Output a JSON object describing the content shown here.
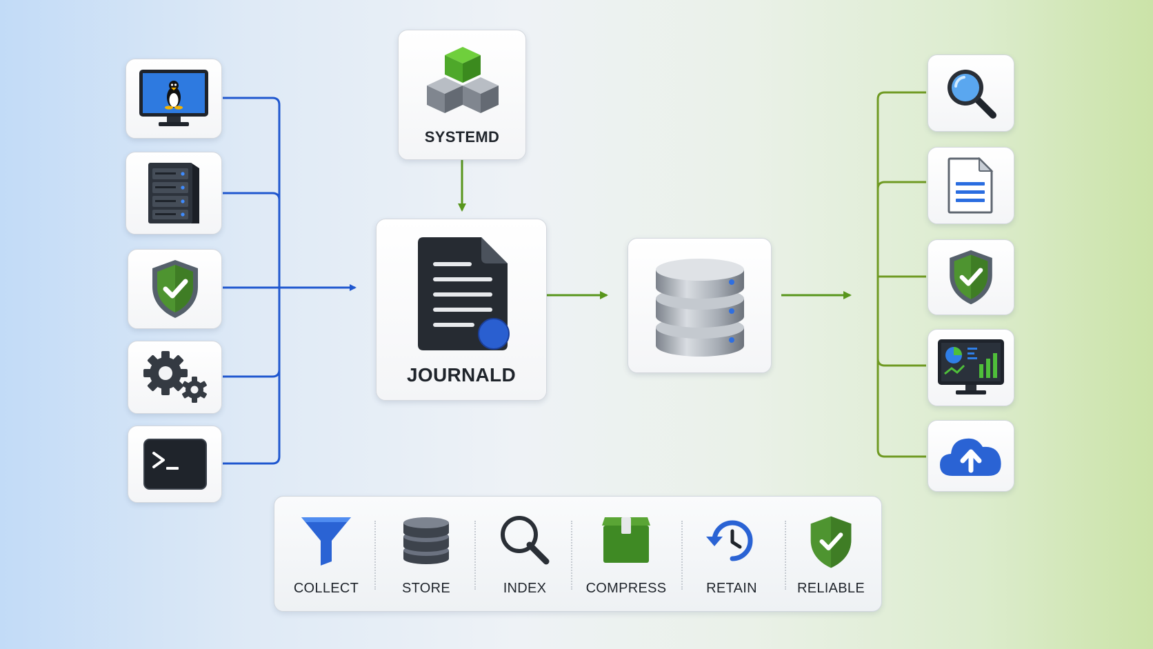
{
  "nodes": {
    "systemd": {
      "label": "SYSTEMD"
    },
    "journald": {
      "label": "JOURNALD"
    }
  },
  "sources": [
    {
      "icon": "linux-monitor-icon"
    },
    {
      "icon": "server-icon"
    },
    {
      "icon": "security-shield-icon"
    },
    {
      "icon": "gears-icon"
    },
    {
      "icon": "terminal-icon"
    }
  ],
  "storage": {
    "icon": "database-icon"
  },
  "outputs": [
    {
      "icon": "search-icon"
    },
    {
      "icon": "document-icon"
    },
    {
      "icon": "security-shield-icon"
    },
    {
      "icon": "dashboard-monitor-icon"
    },
    {
      "icon": "cloud-upload-icon"
    }
  ],
  "features": [
    {
      "label": "COLLECT",
      "icon": "funnel-icon"
    },
    {
      "label": "STORE",
      "icon": "database-icon"
    },
    {
      "label": "INDEX",
      "icon": "search-icon"
    },
    {
      "label": "COMPRESS",
      "icon": "archive-box-icon"
    },
    {
      "label": "RETAIN",
      "icon": "history-clock-icon"
    },
    {
      "label": "RELIABLE",
      "icon": "shield-check-icon"
    }
  ],
  "colors": {
    "source_lines": "#1f57cf",
    "flow_lines": "#58961c",
    "output_lines": "#6f9a22",
    "shield_green": "#4f8f2a",
    "accent_blue": "#2a63d4"
  }
}
